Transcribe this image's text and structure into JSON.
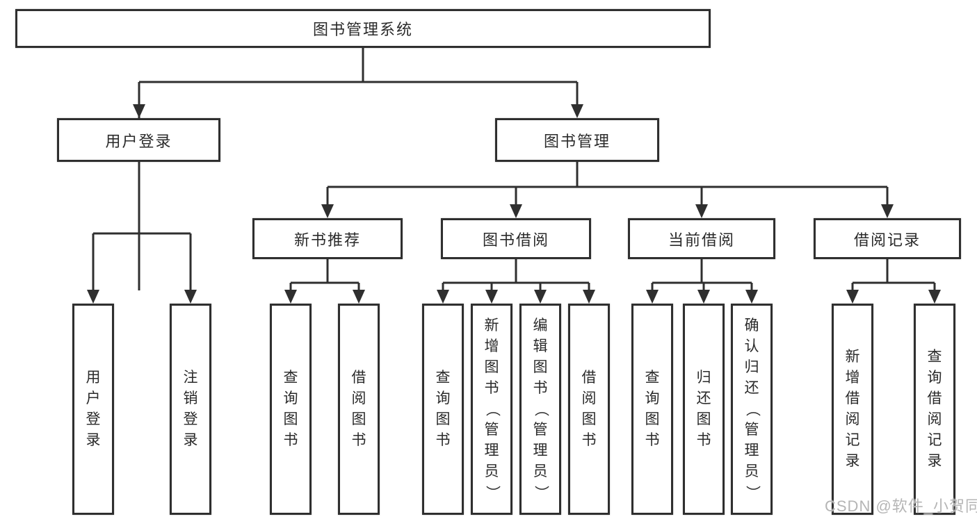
{
  "diagram": {
    "root": {
      "label": "图书管理系统"
    },
    "level2": [
      {
        "label": "用户登录"
      },
      {
        "label": "图书管理"
      }
    ],
    "level3": [
      {
        "label": "新书推荐"
      },
      {
        "label": "图书借阅"
      },
      {
        "label": "当前借阅"
      },
      {
        "label": "借阅记录"
      }
    ],
    "leaves": {
      "login": [
        "用户登录",
        "注销登录"
      ],
      "newbook": [
        "查询图书",
        "借阅图书"
      ],
      "borrow": [
        "查询图书",
        "新增图书（管理员）",
        "编辑图书（管理员）",
        "借阅图书"
      ],
      "current": [
        "查询图书",
        "归还图书",
        "确认归还（管理员）"
      ],
      "records": [
        "新增借阅记录",
        "查询借阅记录"
      ]
    },
    "colors": {
      "line": "#2f2f2f",
      "box_border": "#2f2f2f",
      "box_fill": "#ffffff",
      "text": "#2a2a2a",
      "watermark": "#b5b5b5"
    },
    "watermark": "CSDN @软件_小贺同学"
  }
}
